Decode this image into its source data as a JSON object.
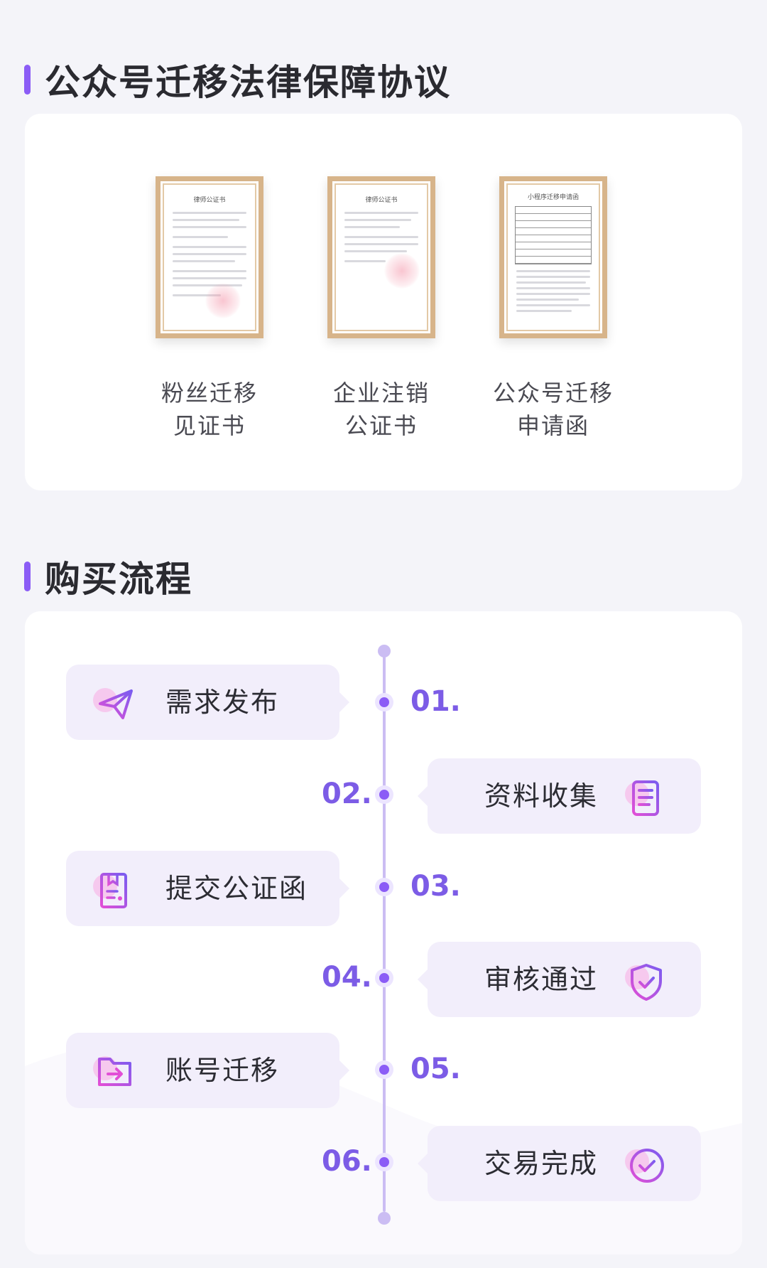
{
  "legal": {
    "title": "公众号迁移法律保障协议",
    "certificates": [
      {
        "doc_title": "律师公证书",
        "label_line1": "粉丝迁移",
        "label_line2": "见证书"
      },
      {
        "doc_title": "律师公证书",
        "label_line1": "企业注销",
        "label_line2": "公证书"
      },
      {
        "doc_title": "小程序迁移申请函",
        "label_line1": "公众号迁移",
        "label_line2": "申请函"
      }
    ]
  },
  "process": {
    "title": "购买流程",
    "steps": [
      {
        "num": "01.",
        "label": "需求发布",
        "icon": "send-icon"
      },
      {
        "num": "02.",
        "label": "资料收集",
        "icon": "document-list-icon"
      },
      {
        "num": "03.",
        "label": "提交公证函",
        "icon": "file-form-icon"
      },
      {
        "num": "04.",
        "label": "审核通过",
        "icon": "shield-check-icon"
      },
      {
        "num": "05.",
        "label": "账号迁移",
        "icon": "folder-transfer-icon"
      },
      {
        "num": "06.",
        "label": "交易完成",
        "icon": "check-circle-icon"
      }
    ]
  },
  "colors": {
    "accent": "#8b5cf6",
    "icon_gradient_start": "#e24fd6",
    "icon_gradient_end": "#7b5cf0",
    "step_bg": "#f2eefb",
    "page_bg": "#f4f4f9"
  }
}
